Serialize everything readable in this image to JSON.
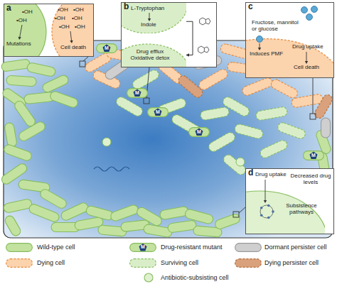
{
  "diagram": {
    "nodes": [
      {
        "text": [
          "a"
        ]
      },
      {
        "text": [
          "•OH",
          "•OH",
          "Mutations"
        ],
        "in": 0
      },
      {
        "text": [
          "•OH",
          "•OH",
          "•OH",
          "•OH",
          "•OH",
          "•OH",
          "Cell death"
        ],
        "in": 0
      },
      {
        "text": [
          "b"
        ]
      },
      {
        "text": [
          "L-Tryptophan",
          "Indole"
        ],
        "in": 3
      },
      {
        "text": [
          "Drug efflux Oxidative detox"
        ],
        "in": 3
      },
      {
        "text": [
          "c",
          "Fructose, mannitol or glucose"
        ]
      },
      {
        "text": [
          "Induces PMF",
          "Drug uptake",
          "Cell death"
        ],
        "in": 6
      },
      {
        "text": [
          "d",
          "Decreased drug levels"
        ]
      },
      {
        "text": [
          "Drug uptake",
          "Subsistence pathways"
        ],
        "in": 8
      },
      {
        "text": [
          "M"
        ]
      },
      {
        "text": [
          "M"
        ]
      },
      {
        "text": [
          "M"
        ]
      },
      {
        "text": [
          "M"
        ]
      },
      {
        "text": [
          "M"
        ]
      }
    ],
    "edges": [
      {
        "from": 4,
        "to": 5,
        "arrow": "to"
      }
    ],
    "labels": [
      "M"
    ],
    "legend": [
      {
        "text": "Wild-type cell",
        "color": "#c3e29f"
      },
      {
        "text": "Drug-resistant mutant"
      },
      {
        "text": "Dormant persister cell",
        "color": "#cfcfcf"
      },
      {
        "text": "Dying cell",
        "color": "#fbd3ad"
      },
      {
        "text": "Surviving cell",
        "color": "#d9eec8"
      },
      {
        "text": "Dying persister cell",
        "color": "#d9a17c"
      },
      {
        "text": "Antibiotic-subsisting cell",
        "color": "#dff1cf"
      }
    ]
  }
}
